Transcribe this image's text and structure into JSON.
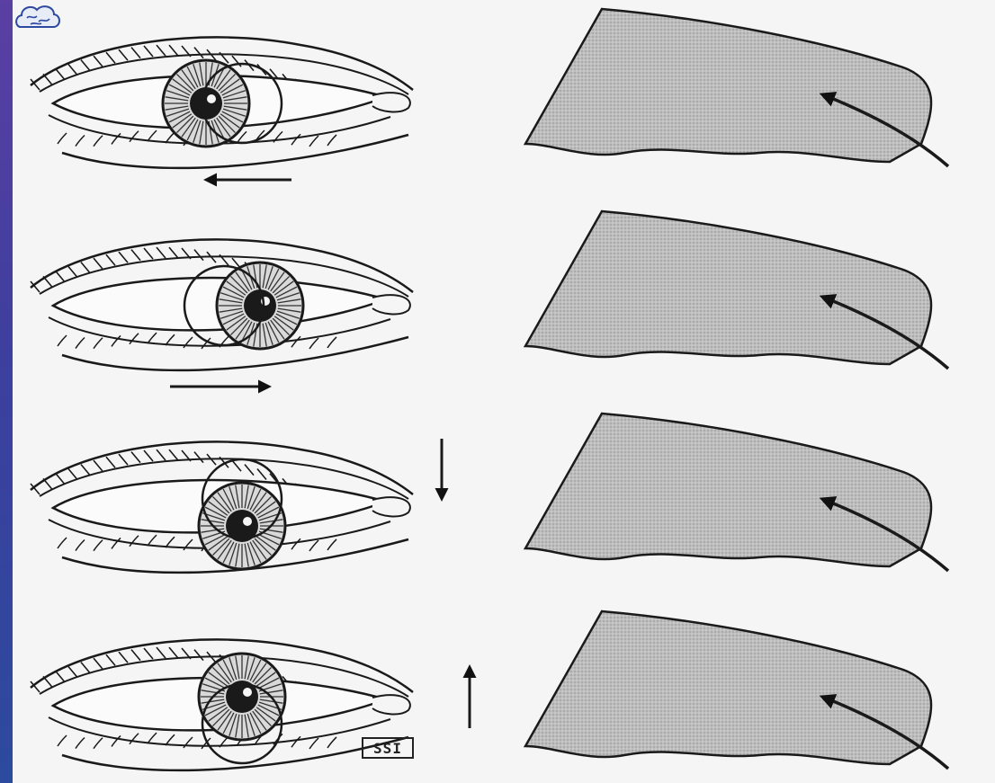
{
  "figure": {
    "panel_count": 4,
    "rows": [
      {
        "gaze": "left",
        "arrow_direction": "left"
      },
      {
        "gaze": "right",
        "arrow_direction": "right"
      },
      {
        "gaze": "down",
        "arrow_direction": "down"
      },
      {
        "gaze": "up",
        "arrow_direction": "up"
      }
    ]
  },
  "signature": "SSI",
  "colors": {
    "frame": "#4a3f9e",
    "background": "#f5f5f5",
    "lens_fill": "#b8b8b8",
    "ink": "#1a1a1a"
  },
  "icons": [
    "eye-illustration",
    "gaze-arrow-icon",
    "lens-card",
    "insertion-arrow-icon",
    "brain-logo"
  ]
}
